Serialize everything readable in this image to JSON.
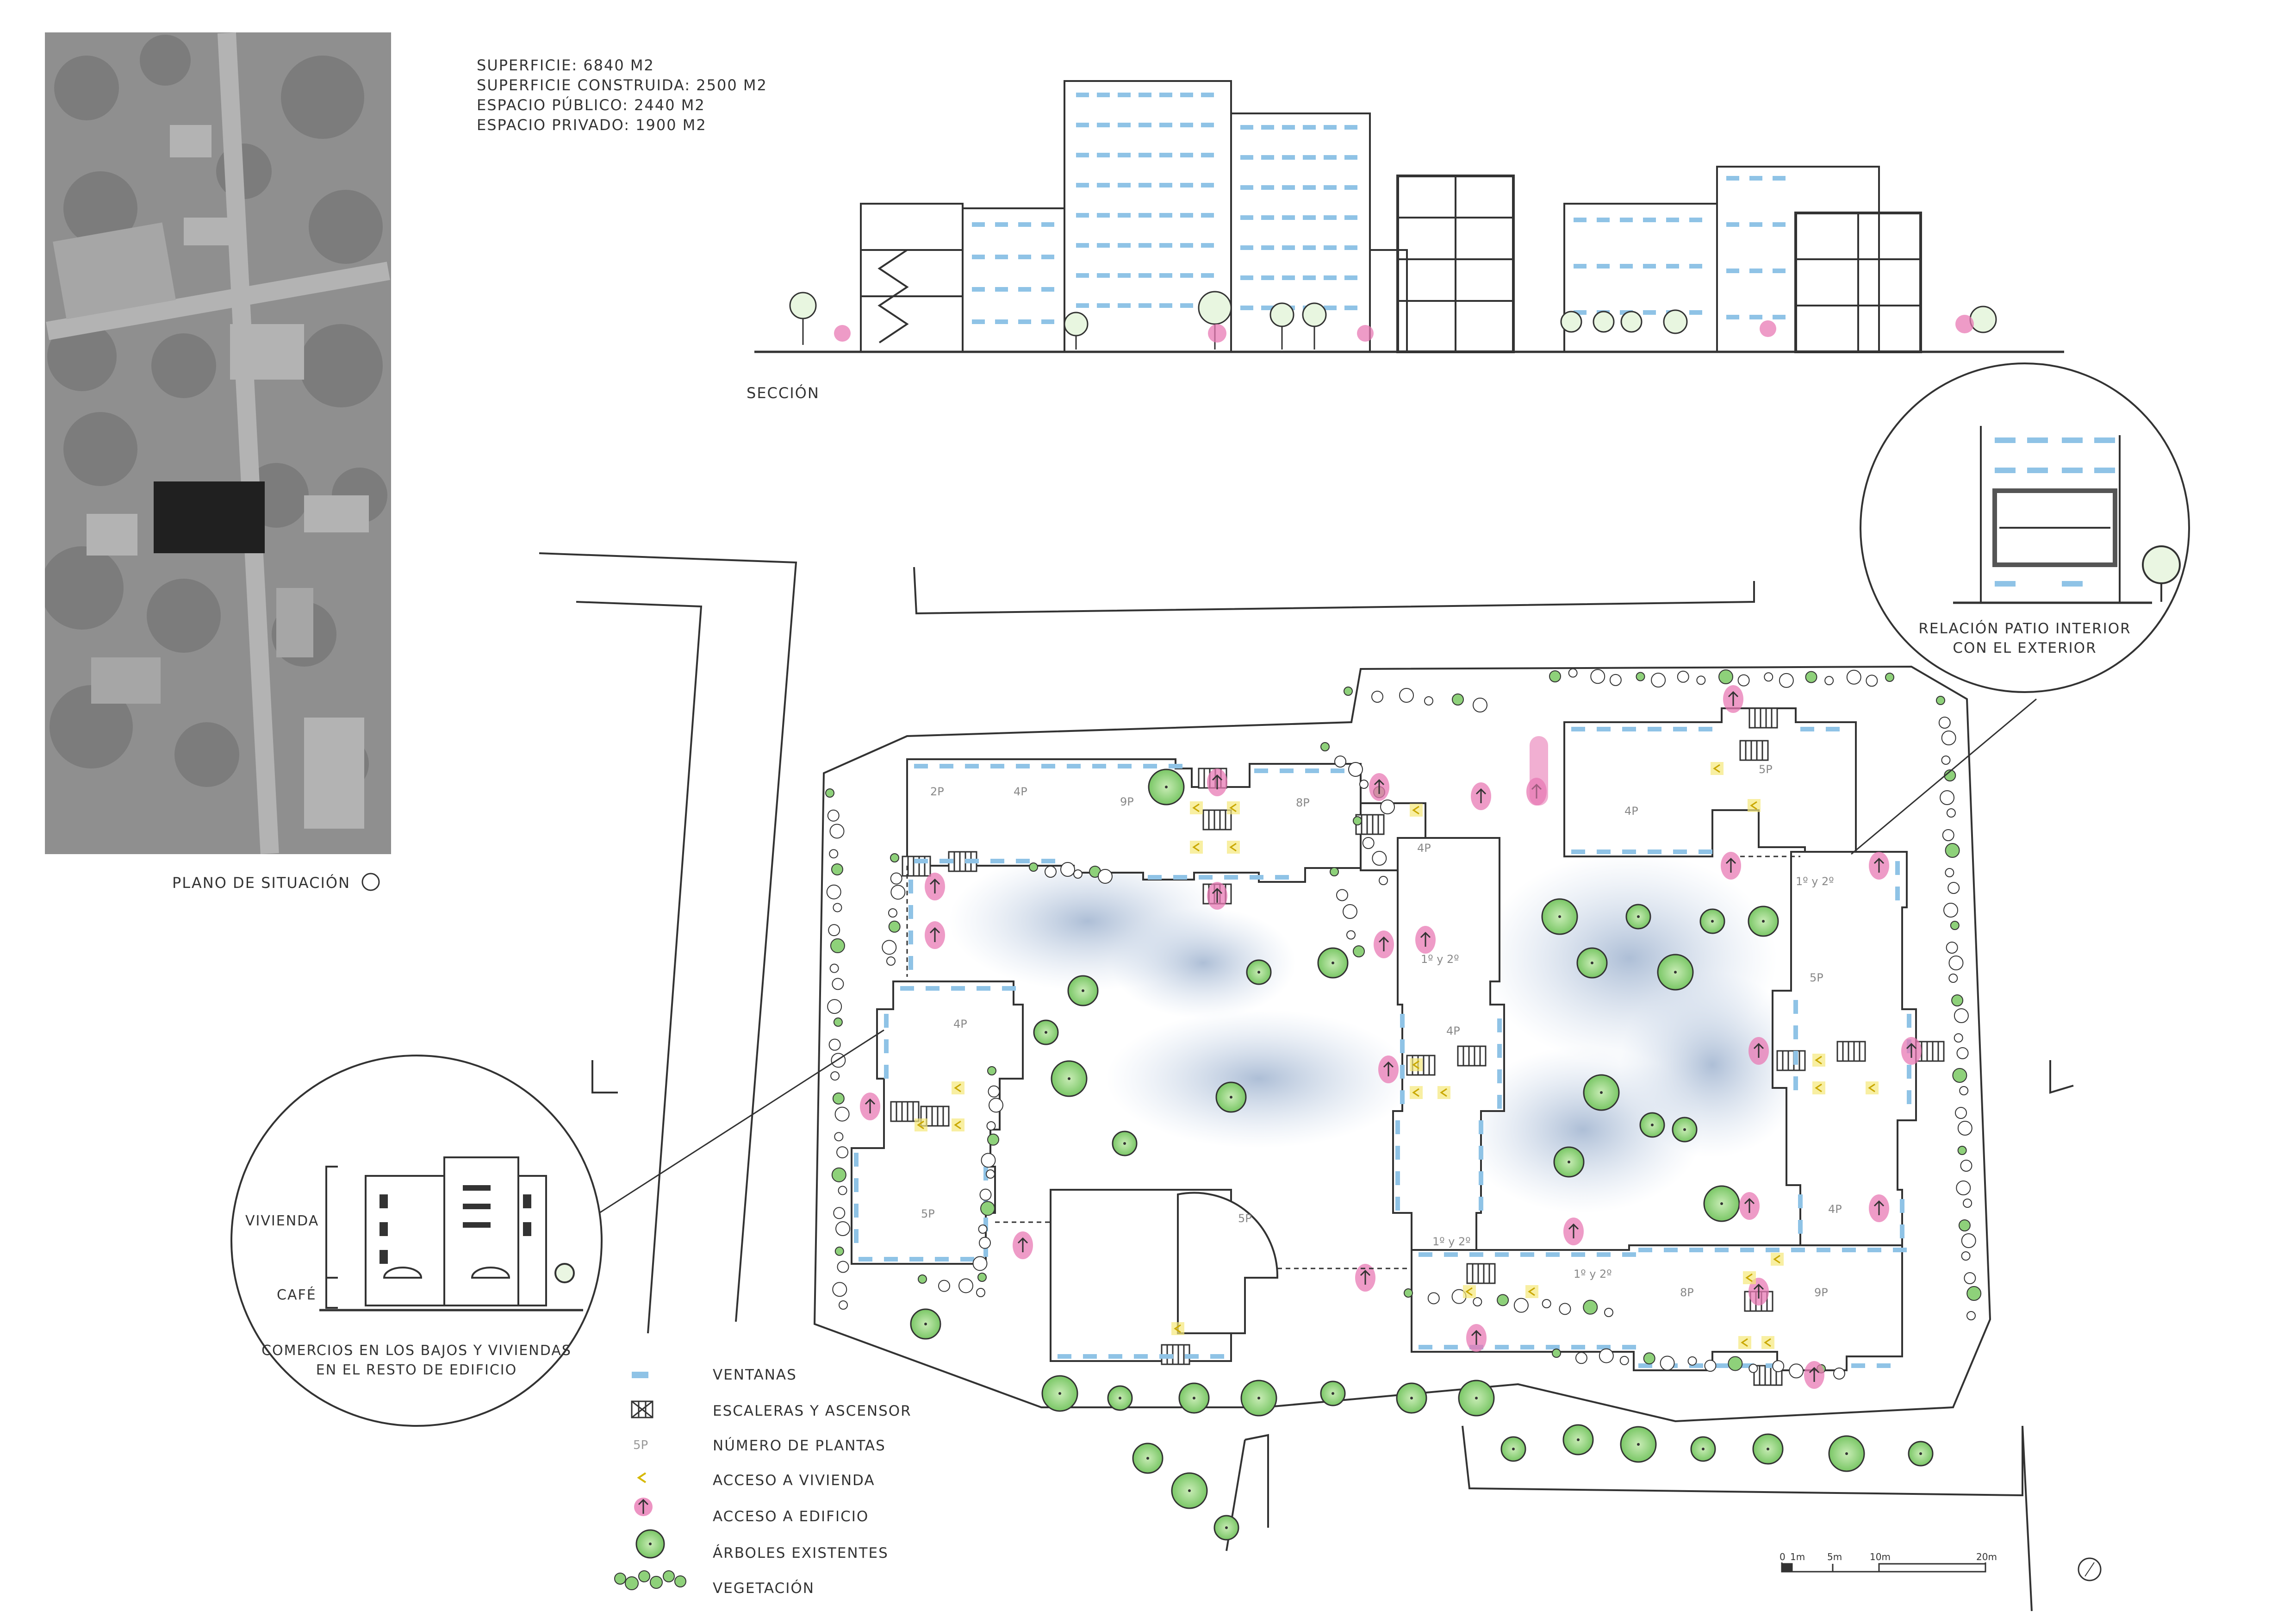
{
  "stats": [
    "SUPERFICIE: 6840 M2",
    "SUPERFICIE CONSTRUIDA: 2500 M2",
    "ESPACIO PÚBLICO: 2440 M2",
    "ESPACIO PRIVADO: 1900 M2"
  ],
  "labels": {
    "situacion": "PLANO DE SITUACIÓN",
    "seccion": "SECCIÓN",
    "patio_line1": "RELACIÓN PATIO INTERIOR",
    "patio_line2": "CON EL EXTERIOR",
    "vivienda": "VIVIENDA",
    "cafe": "CAFÉ",
    "comercios_line1": "COMERCIOS EN LOS BAJOS Y VIVIENDAS",
    "comercios_line2": "EN EL RESTO DE EDIFICIO"
  },
  "floor_labels": [
    "2P",
    "4P",
    "9P",
    "8P",
    "4P",
    "4P",
    "5P",
    "1º y 2º",
    "4P",
    "5P",
    "4P",
    "1º y 2º",
    "5P",
    "1º y 2º",
    "1º y 2º",
    "8P",
    "9P",
    "5P",
    "4P"
  ],
  "legend": [
    {
      "label": "VENTANAS",
      "icon": "window-icon"
    },
    {
      "label": "ESCALERAS Y ASCENSOR",
      "icon": "stair-elevator-icon"
    },
    {
      "label": "NÚMERO DE PLANTAS",
      "icon": "floors-number-icon",
      "sample": "5P"
    },
    {
      "label": "ACCESO A VIVIENDA",
      "icon": "dwelling-access-icon"
    },
    {
      "label": "ACCESO A EDIFICIO",
      "icon": "building-access-icon"
    },
    {
      "label": "ÁRBOLES EXISTENTES",
      "icon": "existing-tree-icon"
    },
    {
      "label": "VEGETACIÓN",
      "icon": "vegetation-icon"
    }
  ],
  "scale": {
    "ticks": [
      "0",
      "1m",
      "5m",
      "10m",
      "20m"
    ]
  },
  "colors": {
    "ink": "#333333",
    "window_blue": "#8fc3e6",
    "access_pink": "#e879b4",
    "tree_green": "#8ed17a",
    "dwelling_yellow": "#f5e87a",
    "patio_wash": "#b9c9df",
    "aerial_gray": "#9a9a9a"
  }
}
